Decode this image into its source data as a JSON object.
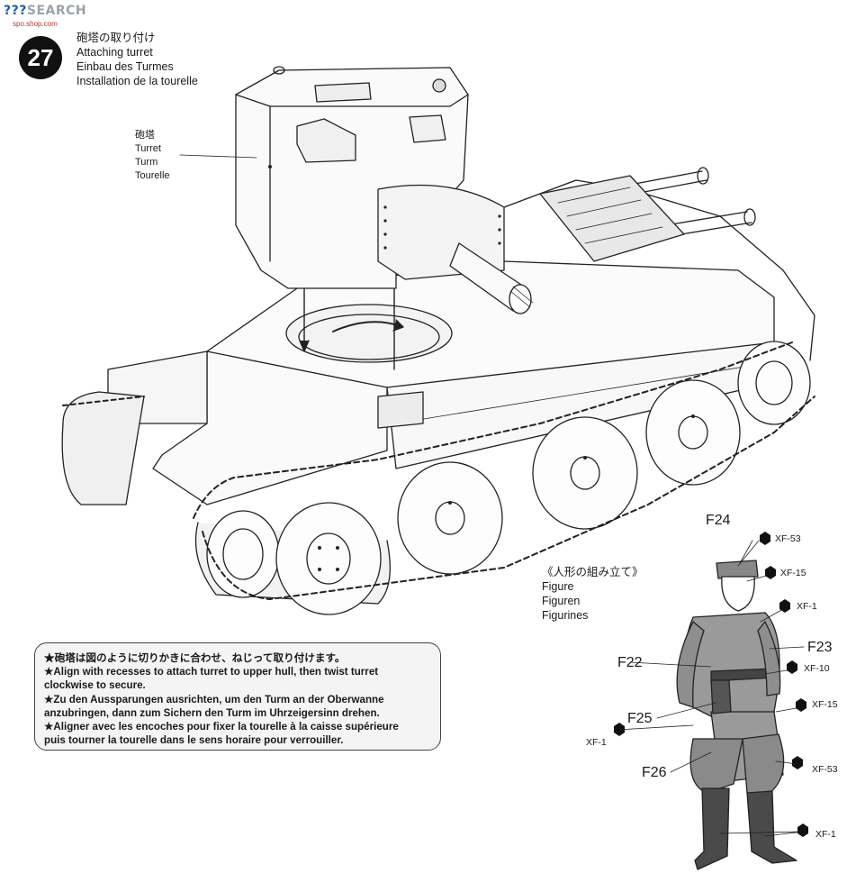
{
  "watermark": {
    "brand": "???",
    "search": "SEARCH",
    "subdomain": "spo.shop.com"
  },
  "step": {
    "number": "27",
    "title_jp": "砲塔の取り付け",
    "title_en": "Attaching turret",
    "title_de": "Einbau des Turmes",
    "title_fr": "Installation de la tourelle"
  },
  "turret_label": {
    "jp": "砲塔",
    "en": "Turret",
    "de": "Turm",
    "fr": "Tourelle"
  },
  "figure_section": {
    "title_jp": "《人形の組み立て》",
    "en": "Figure",
    "de": "Figuren",
    "fr": "Figurines"
  },
  "parts": {
    "f22": "F22",
    "f23": "F23",
    "f24": "F24",
    "f25": "F25",
    "f26": "F26"
  },
  "paints": {
    "p1": "XF-53",
    "p2": "XF-15",
    "p3": "XF-1",
    "p4": "XF-10",
    "p5": "XF-15",
    "p6": "XF-1",
    "p7": "XF-53",
    "p8": "XF-1"
  },
  "notes": [
    "★砲塔は図のように切りかきに合わせ、ねじって取り付けます。",
    "★Align with recesses to attach turret to upper hull, then twist turret",
    "clockwise to secure.",
    "★Zu den Aussparungen ausrichten, um den Turm an der Oberwanne",
    "anzubringen, dann zum Sichern den Turm im Uhrzeigersinn drehen.",
    "★Aligner avec les encoches pour fixer la tourelle à la caisse supérieure",
    "puis tourner la tourelle dans le sens horaire pour verrouiller."
  ]
}
